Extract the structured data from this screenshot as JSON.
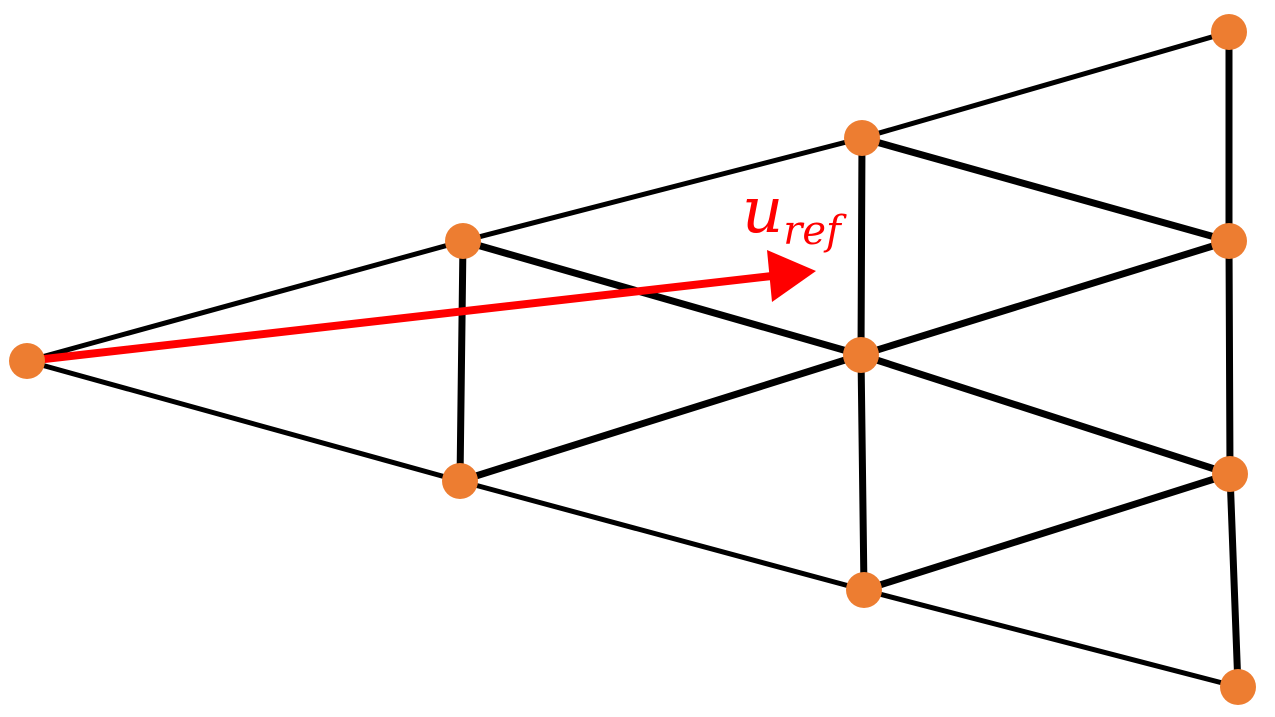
{
  "diagram": {
    "colors": {
      "edge": "#000000",
      "node": "#ED7D31",
      "arrow": "#FF0000",
      "background": "#FFFFFF"
    },
    "label": {
      "base": "u",
      "subscript": "ref"
    },
    "nodes": [
      "n0",
      "n1",
      "n2",
      "n3",
      "n4",
      "n5",
      "n6",
      "n7",
      "n8",
      "n9"
    ],
    "edges": [
      [
        "n0",
        "n1"
      ],
      [
        "n0",
        "n2"
      ],
      [
        "n1",
        "n3"
      ],
      [
        "n1",
        "n2"
      ],
      [
        "n1",
        "n4"
      ],
      [
        "n2",
        "n5"
      ],
      [
        "n2",
        "n4"
      ],
      [
        "n3",
        "n6"
      ],
      [
        "n3",
        "n4"
      ],
      [
        "n3",
        "n7"
      ],
      [
        "n4",
        "n7"
      ],
      [
        "n4",
        "n8"
      ],
      [
        "n4",
        "n5"
      ],
      [
        "n5",
        "n8"
      ],
      [
        "n5",
        "n9"
      ],
      [
        "n6",
        "n7"
      ],
      [
        "n7",
        "n8"
      ],
      [
        "n8",
        "n9"
      ]
    ]
  }
}
